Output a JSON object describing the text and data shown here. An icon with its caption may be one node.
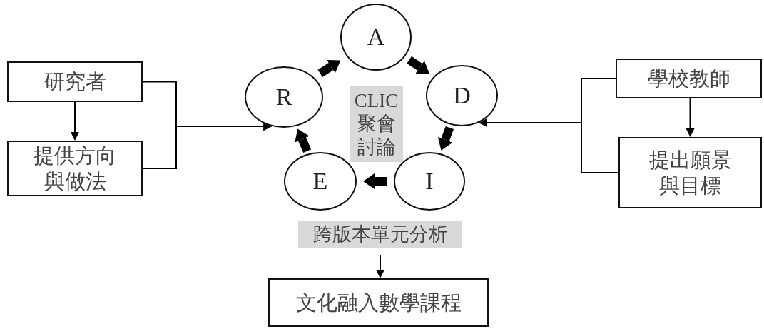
{
  "diagram": {
    "nodes": [
      {
        "text": [
          "研究者"
        ]
      },
      {
        "text": [
          "提供方向與做法"
        ]
      },
      {
        "text": [
          "R"
        ]
      },
      {
        "text": [
          "A"
        ]
      },
      {
        "text": [
          "D"
        ]
      },
      {
        "text": [
          "I"
        ]
      },
      {
        "text": [
          "E"
        ]
      },
      {
        "text": [
          "CLIC聚會討論"
        ]
      },
      {
        "text": [
          "跨版本單元分析"
        ]
      },
      {
        "text": [
          "文化融入數學課程"
        ]
      },
      {
        "text": [
          "學校教師"
        ]
      },
      {
        "text": [
          "提出願景與目標"
        ]
      }
    ],
    "edges": [
      {
        "from": 0,
        "to": 1,
        "arrow": "to"
      },
      {
        "from": 0,
        "to": 2,
        "arrow": "to"
      },
      {
        "from": 1,
        "to": 2,
        "arrow": "to"
      },
      {
        "from": 10,
        "to": 11,
        "arrow": "to"
      },
      {
        "from": 10,
        "to": 4,
        "arrow": "to"
      },
      {
        "from": 11,
        "to": 4,
        "arrow": "to"
      },
      {
        "from": 2,
        "to": 3,
        "arrow": "to",
        "style": "thick"
      },
      {
        "from": 3,
        "to": 4,
        "arrow": "to",
        "style": "thick"
      },
      {
        "from": 4,
        "to": 5,
        "arrow": "to",
        "style": "thick"
      },
      {
        "from": 5,
        "to": 6,
        "arrow": "to",
        "style": "thick"
      },
      {
        "from": 6,
        "to": 2,
        "arrow": "to",
        "style": "thick"
      },
      {
        "from": 8,
        "to": 9,
        "arrow": "to"
      }
    ]
  }
}
